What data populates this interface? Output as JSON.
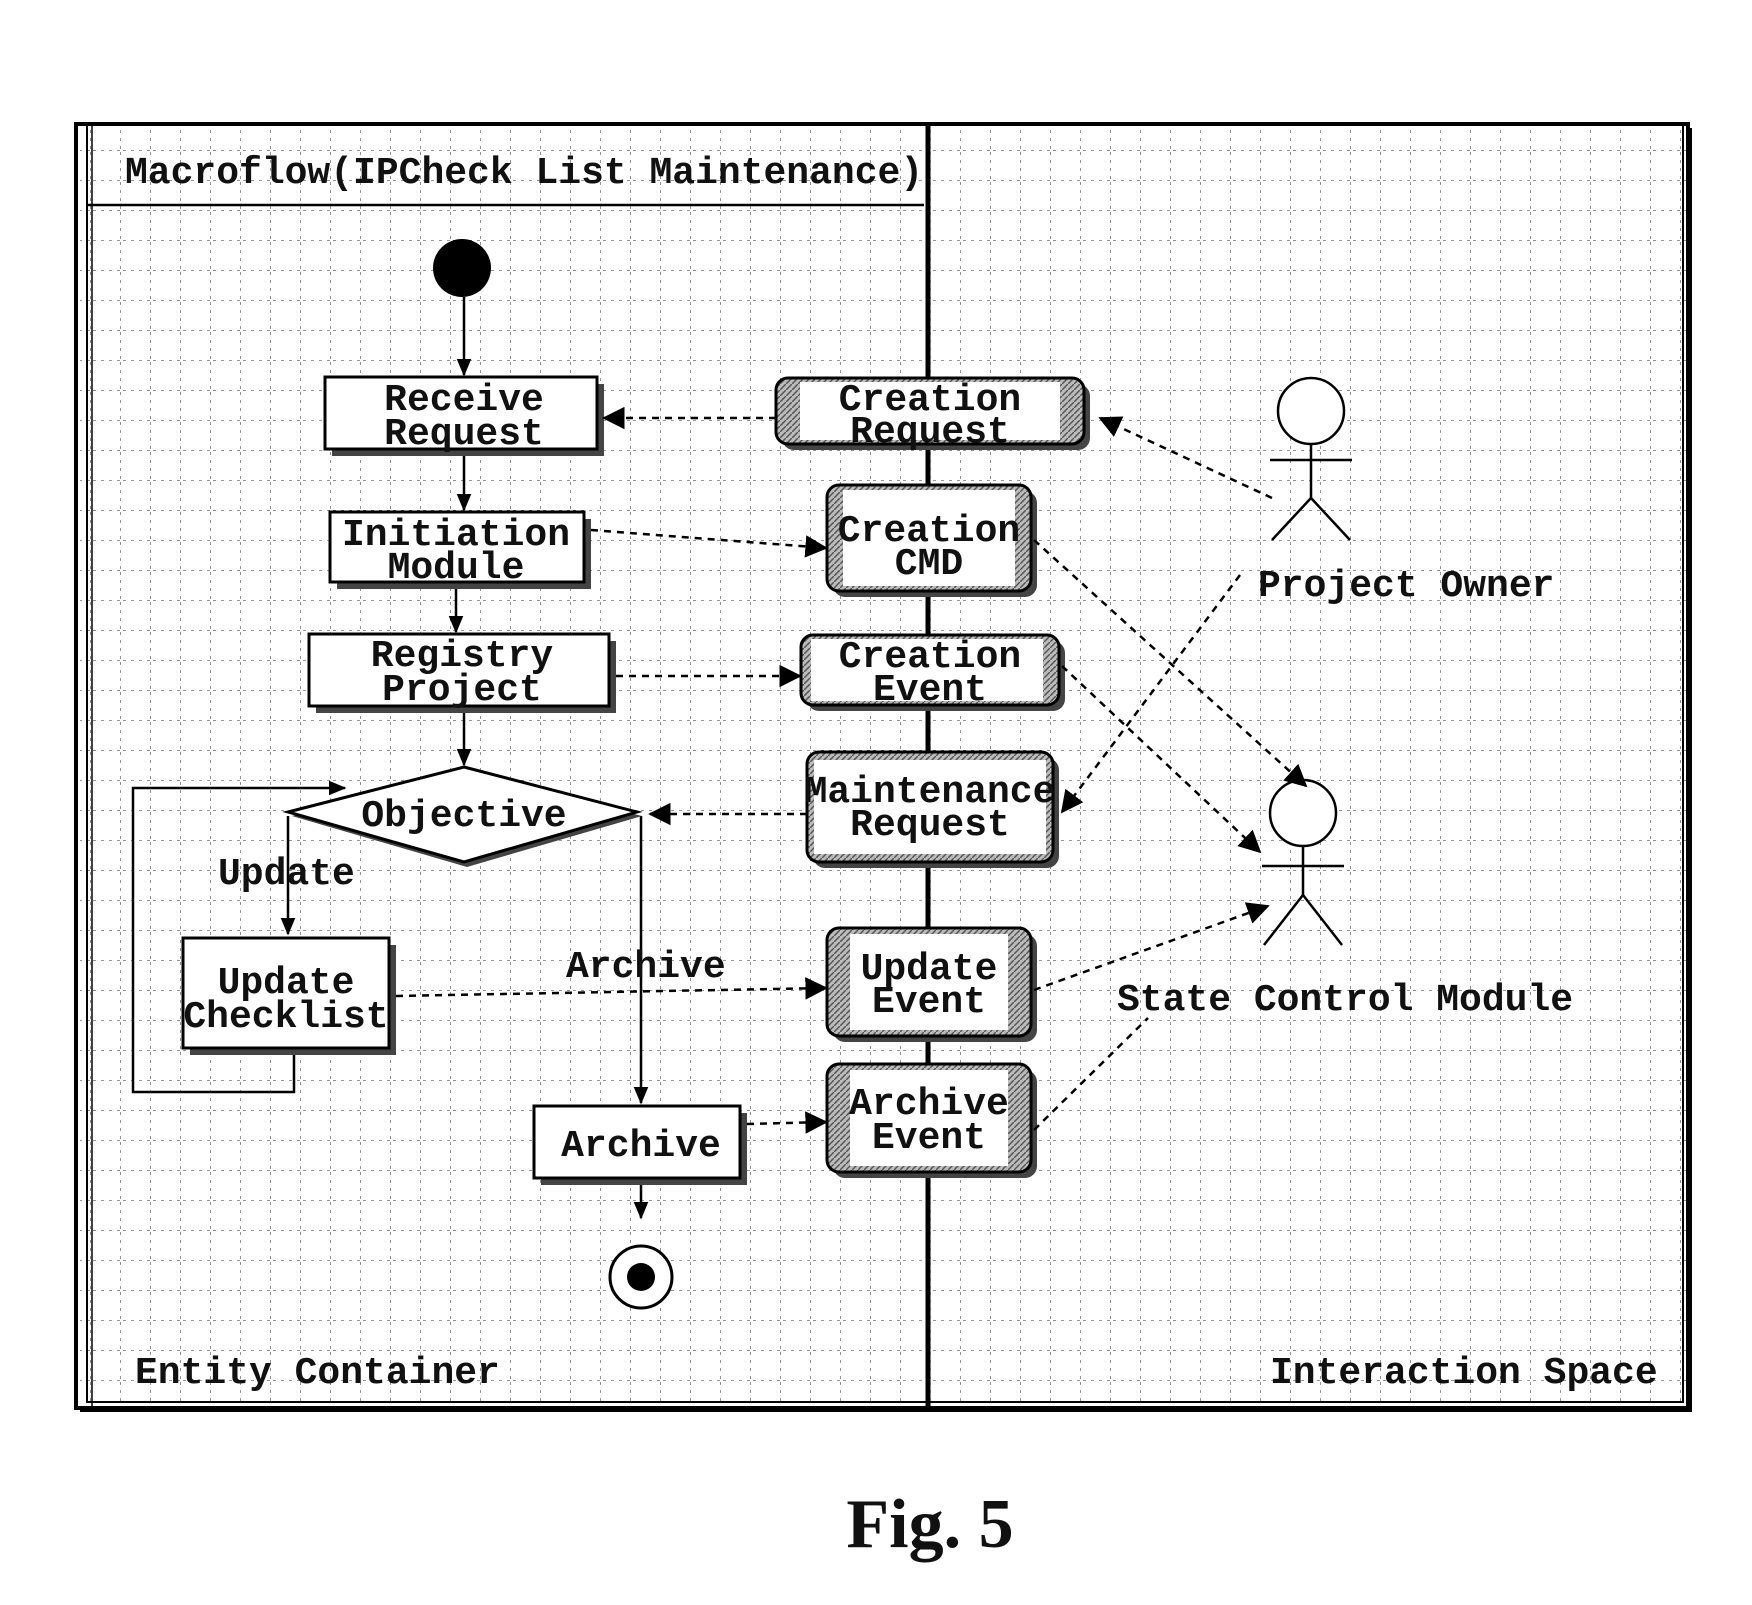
{
  "diagram": {
    "title": "Macroflow(IPCheck List Maintenance)",
    "left_lane_label": "Entity Container",
    "right_lane_label": "Interaction Space",
    "activities": {
      "receive_request": [
        "Receive",
        "Request"
      ],
      "initiation_module": [
        "Initiation",
        "Module"
      ],
      "registry_project": [
        "Registry",
        "Project"
      ],
      "objective": "Objective",
      "update_checklist": [
        "Update",
        "Checklist"
      ],
      "archive": "Archive"
    },
    "branch_labels": {
      "update": "Update",
      "archive": "Archive"
    },
    "messages": {
      "creation_request": [
        "Creation",
        "Request"
      ],
      "creation_cmd": [
        "Creation",
        "CMD"
      ],
      "creation_event": [
        "Creation",
        "Event"
      ],
      "maintenance_request": [
        "Maintenance",
        "Request"
      ],
      "update_event": [
        "Update",
        "Event"
      ],
      "archive_event": [
        "Archive",
        "Event"
      ]
    },
    "actors": {
      "project_owner": "Project Owner",
      "state_control_module": "State Control Module"
    }
  },
  "caption": "Fig. 5"
}
